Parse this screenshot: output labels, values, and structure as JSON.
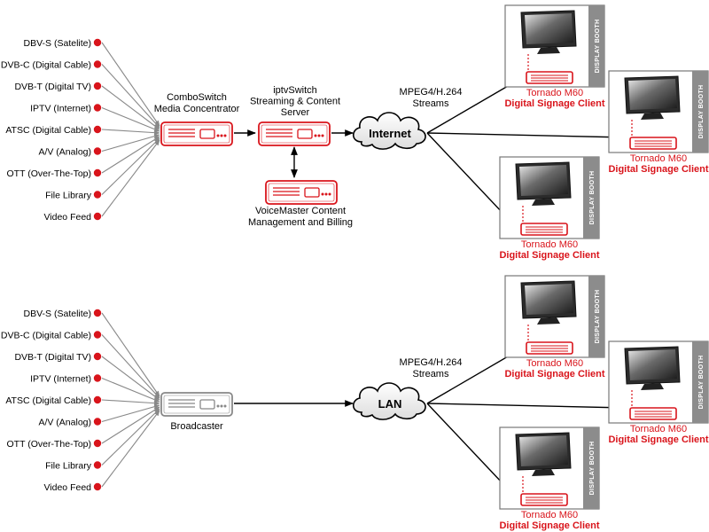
{
  "diagrams": [
    {
      "sources": [
        "DBV-S (Satelite)",
        "DVB-C (Digital Cable)",
        "DVB-T (Digital TV)",
        "IPTV (Internet)",
        "ATSC (Digital Cable)",
        "A/V (Analog)",
        "OTT (Over-The-Top)",
        "File Library",
        "Video Feed"
      ],
      "hub_lines": [
        "ComboSwitch",
        "Media Concentrator"
      ],
      "server_lines": [
        "iptvSwitch",
        "Streaming & Content",
        "Server"
      ],
      "billing_lines": [
        "VoiceMaster Content",
        "Management and Billing"
      ],
      "cloud": "Internet",
      "streams_lines": [
        "MPEG4/H.264",
        "Streams"
      ],
      "clients": [
        {
          "booth": "DISPLAY BOOTH",
          "name": "Tornado M60",
          "role": "Digital Signage Client"
        },
        {
          "booth": "DISPLAY BOOTH",
          "name": "Tornado M60",
          "role": "Digital Signage Client"
        },
        {
          "booth": "DISPLAY BOOTH",
          "name": "Tornado M60",
          "role": "Digital Signage Client"
        }
      ]
    },
    {
      "sources": [
        "DBV-S (Satelite)",
        "DVB-C (Digital Cable)",
        "DVB-T (Digital TV)",
        "IPTV (Internet)",
        "ATSC (Digital Cable)",
        "A/V (Analog)",
        "OTT (Over-The-Top)",
        "File Library",
        "Video Feed"
      ],
      "hub_lines": [
        "Broadcaster"
      ],
      "cloud": "LAN",
      "streams_lines": [
        "MPEG4/H.264",
        "Streams"
      ],
      "clients": [
        {
          "booth": "DISPLAY BOOTH",
          "name": "Tornado M60",
          "role": "Digital Signage Client"
        },
        {
          "booth": "DISPLAY BOOTH",
          "name": "Tornado M60",
          "role": "Digital Signage Client"
        },
        {
          "booth": "DISPLAY BOOTH",
          "name": "Tornado M60",
          "role": "Digital Signage Client"
        }
      ]
    }
  ],
  "colors": {
    "accent": "#d9141b",
    "booth": "#8c8c8c",
    "line": "#000000",
    "device_gray": "#888888"
  }
}
